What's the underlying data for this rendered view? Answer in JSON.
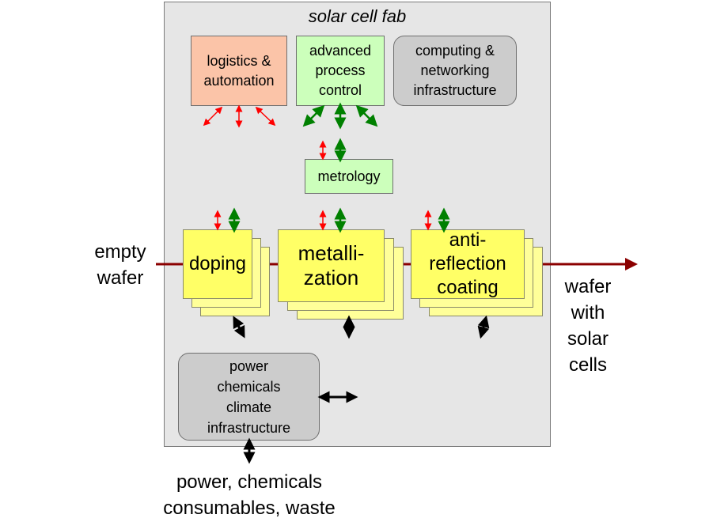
{
  "fab": {
    "title": "solar cell fab"
  },
  "boxes": {
    "logistics": "logistics &\nautomation",
    "apc": "advanced\nprocess\ncontrol",
    "computing": "computing &\nnetworking\ninfrastructure",
    "metrology": "metrology",
    "doping": "doping",
    "metallization": "metalli-\nzation",
    "antireflection": "anti-\nreflection\ncoating",
    "power_infra": "power\nchemicals\nclimate\ninfrastructure"
  },
  "labels": {
    "input": "empty\nwafer",
    "output": "wafer\nwith\nsolar\ncells",
    "supplies": "power, chemicals\nconsumables, waste"
  },
  "colors": {
    "logistics_arrow": "#ff0000",
    "apc_arrow": "#008000",
    "flow_arrow": "#8b0000",
    "infra_arrow": "#000000"
  }
}
